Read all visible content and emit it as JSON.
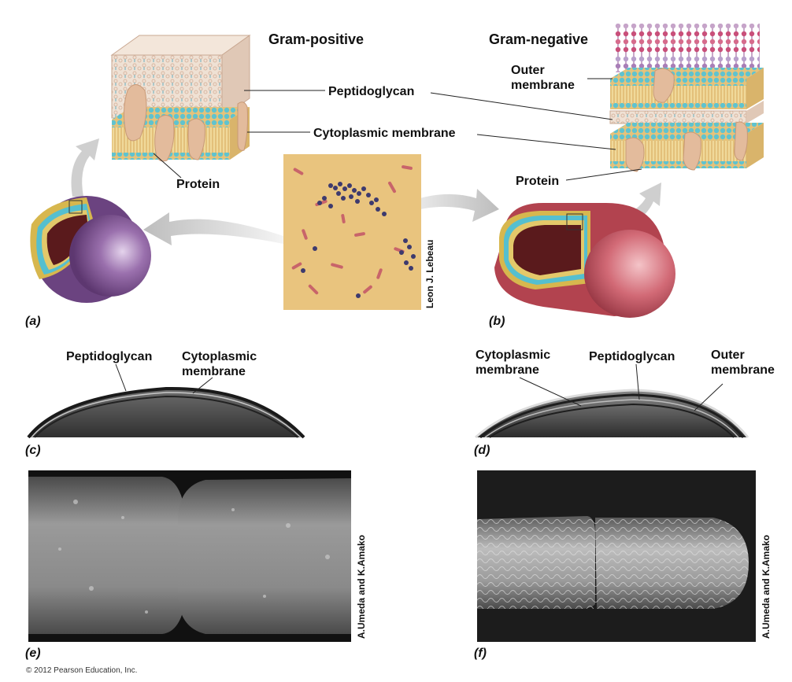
{
  "headers": {
    "gram_positive": "Gram-positive",
    "gram_negative": "Gram-negative"
  },
  "labels": {
    "peptidoglycan": "Peptidoglycan",
    "cytoplasmic_membrane": "Cytoplasmic membrane",
    "protein_left": "Protein",
    "outer_membrane": "Outer\nmembrane",
    "protein_right": "Protein",
    "c_peptidoglycan": "Peptidoglycan",
    "c_cytoplasmic_membrane": "Cytoplasmic\nmembrane",
    "d_cytoplasmic_membrane": "Cytoplasmic\nmembrane",
    "d_peptidoglycan": "Peptidoglycan",
    "d_outer_membrane": "Outer\nmembrane"
  },
  "panels": {
    "a": "(a)",
    "b": "(b)",
    "c": "(c)",
    "d": "(d)",
    "e": "(e)",
    "f": "(f)"
  },
  "credits": {
    "micrograph": "Leon J. Lebeau",
    "sem_e": "A.Umeda and K.Amako",
    "sem_f": "A.Umeda and K.Amako",
    "copyright": "© 2012 Pearson Education, Inc."
  },
  "colors": {
    "gram_positive_cell": "#7a4f8f",
    "gram_negative_cell": "#c94f5c",
    "membrane_head": "#5fc3cf",
    "membrane_tail": "#e6c27a",
    "peptidoglycan": "#e8d6c6",
    "protein": "#e3bb9c",
    "stain_bg": "#e9c47e"
  }
}
